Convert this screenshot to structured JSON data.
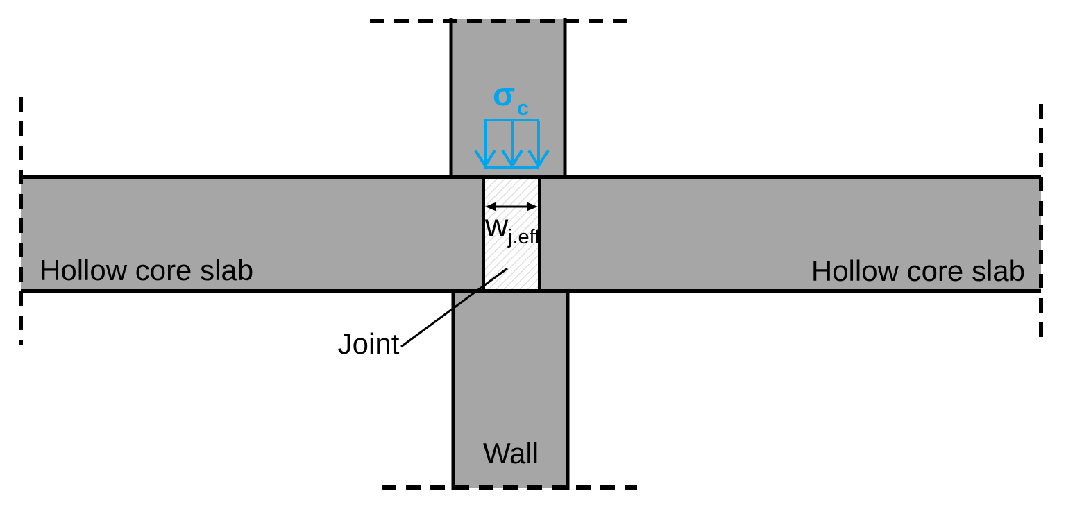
{
  "diagram": {
    "labels": {
      "hollow_core_slab_left": "Hollow core slab",
      "hollow_core_slab_right": "Hollow core slab",
      "wall": "Wall",
      "joint": "Joint",
      "stress_sigma": "σ",
      "stress_sub": "c",
      "joint_width_symbol": "w",
      "joint_width_sub": "j.eff"
    },
    "colors": {
      "concrete_gray": "#a6a6a6",
      "outline_black": "#000000",
      "stress_blue": "#00a5ec",
      "hatch_gray": "#d9d9d9",
      "background_white": "#ffffff"
    }
  }
}
